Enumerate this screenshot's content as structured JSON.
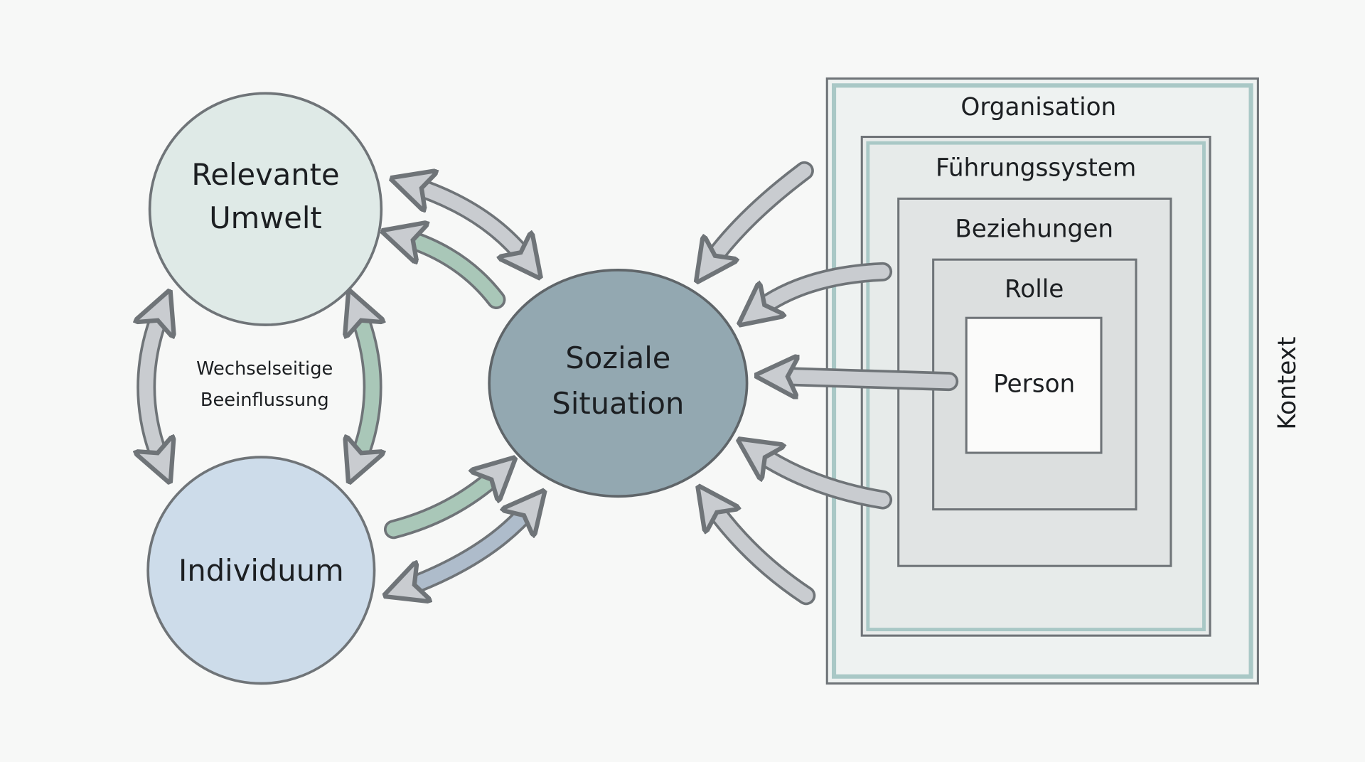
{
  "diagram": {
    "nodes": {
      "environment": "Relevante Umwelt",
      "environment_lines": [
        "Relevante",
        "Umwelt"
      ],
      "individual": "Individuum",
      "situation_lines": [
        "Soziale",
        "Situation"
      ],
      "mutual_lines": [
        "Wechselseitige",
        "Beeinflussung"
      ]
    },
    "context": {
      "layers": [
        "Organisation",
        "Führungssystem",
        "Beziehungen",
        "Rolle",
        "Person"
      ],
      "side_label": "Kontext"
    },
    "colors": {
      "environment_fill": "#dfeae7",
      "individual_fill": "#cddcea",
      "situation_fill": "#93a8b1",
      "layer_border": "#a9c8c6",
      "arrow_gray": "#c9ccd0",
      "arrow_green": "#a9c7b8"
    }
  }
}
